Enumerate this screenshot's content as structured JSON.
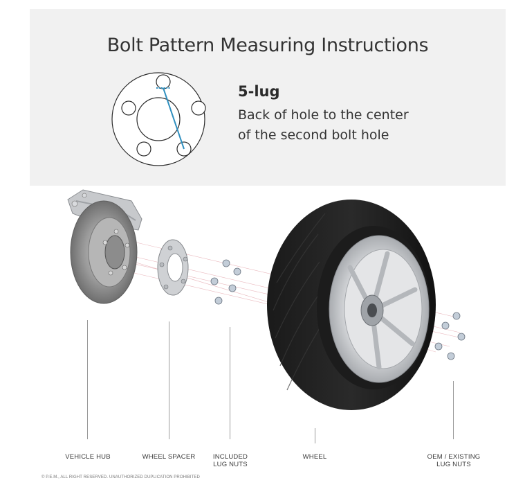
{
  "header": {
    "title": "Bolt Pattern Measuring Instructions"
  },
  "instruction": {
    "heading": "5-lug",
    "line1": "Back of hole to the center",
    "line2": "of the second bolt hole"
  },
  "accent_color": "#2f8fbf",
  "parts": [
    {
      "line1": "VEHICLE HUB",
      "line2": ""
    },
    {
      "line1": "WHEEL SPACER",
      "line2": ""
    },
    {
      "line1": "INCLUDED",
      "line2": "LUG NUTS"
    },
    {
      "line1": "WHEEL",
      "line2": ""
    },
    {
      "line1": "OEM / EXISTING",
      "line2": "LUG NUTS"
    }
  ],
  "copyright": "© P.E.M., ALL RIGHT RESERVED. UNAUTHORIZED DUPLICATION PROHIBITED"
}
